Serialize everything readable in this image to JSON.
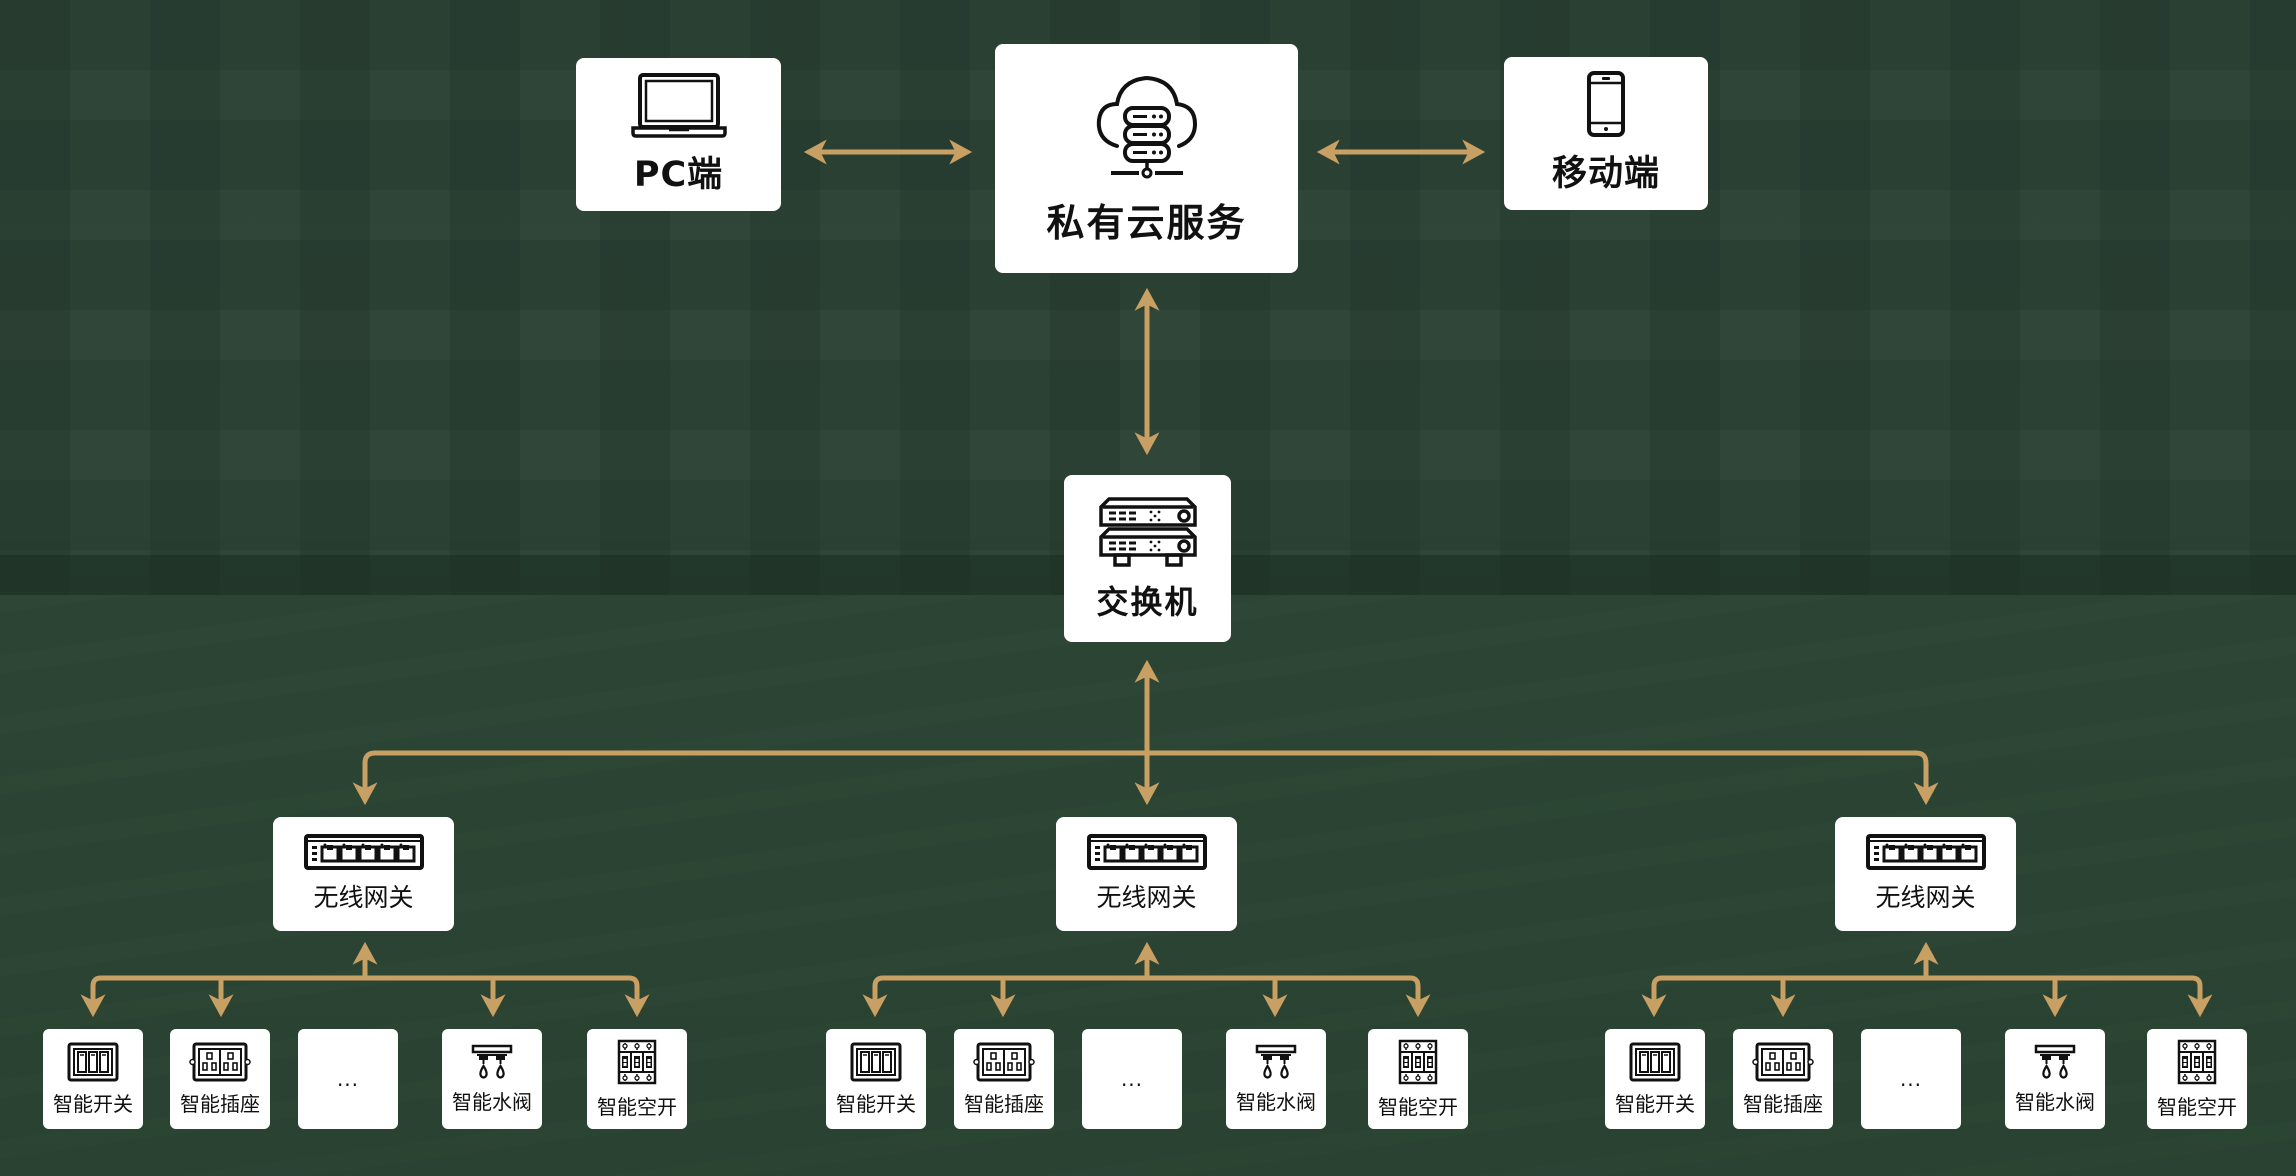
{
  "diagram": {
    "title": "私有云服务",
    "accent_color": "#c9a063",
    "background_color": "#2e4436",
    "top_row": {
      "pc": {
        "label": "PC端",
        "icon": "laptop-icon"
      },
      "cloud": {
        "label": "私有云服务",
        "icon": "cloud-server-icon"
      },
      "mobile": {
        "label": "移动端",
        "icon": "smartphone-icon"
      }
    },
    "switch": {
      "label": "交换机",
      "icon": "network-switch-icon"
    },
    "gateways": [
      {
        "label": "无线网关",
        "icon": "gateway-icon",
        "devices": [
          {
            "label": "智能开关",
            "icon": "wall-switch-icon"
          },
          {
            "label": "智能插座",
            "icon": "socket-icon"
          },
          {
            "label": "...",
            "icon": "more-icon"
          },
          {
            "label": "智能水阀",
            "icon": "water-valve-icon"
          },
          {
            "label": "智能空开",
            "icon": "circuit-breaker-icon"
          }
        ]
      },
      {
        "label": "无线网关",
        "icon": "gateway-icon",
        "devices": [
          {
            "label": "智能开关",
            "icon": "wall-switch-icon"
          },
          {
            "label": "智能插座",
            "icon": "socket-icon"
          },
          {
            "label": "...",
            "icon": "more-icon"
          },
          {
            "label": "智能水阀",
            "icon": "water-valve-icon"
          },
          {
            "label": "智能空开",
            "icon": "circuit-breaker-icon"
          }
        ]
      },
      {
        "label": "无线网关",
        "icon": "gateway-icon",
        "devices": [
          {
            "label": "智能开关",
            "icon": "wall-switch-icon"
          },
          {
            "label": "智能插座",
            "icon": "socket-icon"
          },
          {
            "label": "...",
            "icon": "more-icon"
          },
          {
            "label": "智能水阀",
            "icon": "water-valve-icon"
          },
          {
            "label": "智能空开",
            "icon": "circuit-breaker-icon"
          }
        ]
      }
    ]
  }
}
